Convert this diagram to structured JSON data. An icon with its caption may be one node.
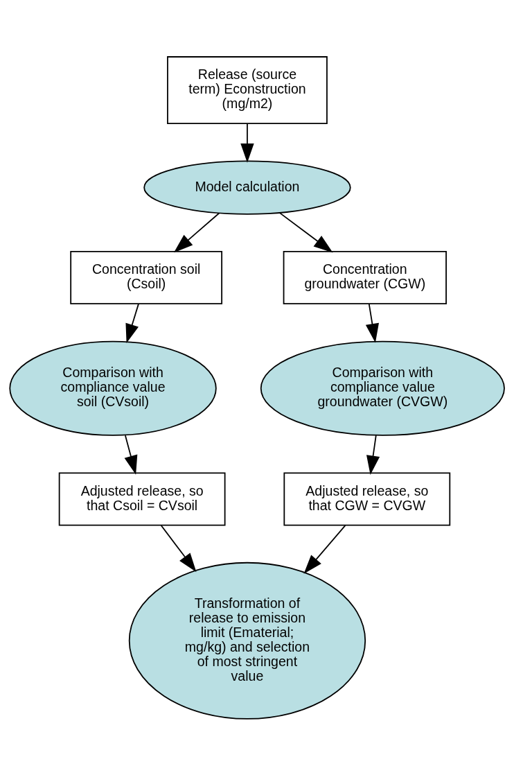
{
  "diagram": {
    "nodes": [
      {
        "text": [
          "Release (source term) Econstruction (mg/m2)"
        ]
      },
      {
        "text": [
          "Model calculation"
        ]
      },
      {
        "text": [
          "Concentration soil (Csoil)"
        ]
      },
      {
        "text": [
          "Concentration groundwater (CGW)"
        ]
      },
      {
        "text": [
          "Comparison with compliance value soil (CVsoil)"
        ]
      },
      {
        "text": [
          "Comparison with compliance value groundwater (CVGW)"
        ]
      },
      {
        "text": [
          "Adjusted release, so that Csoil = CVsoil"
        ]
      },
      {
        "text": [
          "Adjusted release, so that CGW = CVGW"
        ]
      },
      {
        "text": [
          "Transformation of release to emission limit (Ematerial; mg/kg) and selection of most stringent value"
        ]
      }
    ],
    "edges": [
      {
        "from": 0,
        "to": 1,
        "arrow": "to"
      },
      {
        "from": 1,
        "to": 2,
        "arrow": "to"
      },
      {
        "from": 1,
        "to": 3,
        "arrow": "to"
      },
      {
        "from": 2,
        "to": 4,
        "arrow": "to"
      },
      {
        "from": 3,
        "to": 5,
        "arrow": "to"
      },
      {
        "from": 4,
        "to": 6,
        "arrow": "to"
      },
      {
        "from": 5,
        "to": 7,
        "arrow": "to"
      },
      {
        "from": 6,
        "to": 8,
        "arrow": "to"
      },
      {
        "from": 7,
        "to": 8,
        "arrow": "to"
      }
    ]
  }
}
